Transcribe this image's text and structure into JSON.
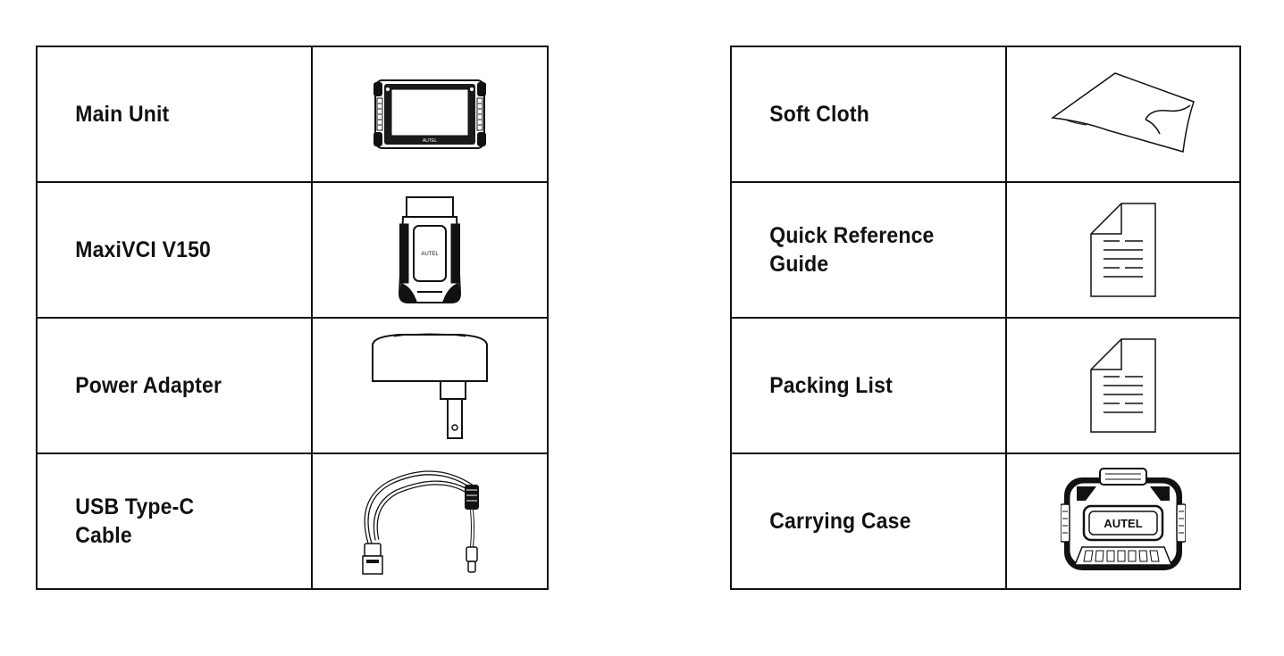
{
  "packing_list": {
    "left_items": [
      {
        "name": "Main Unit",
        "icon": "tablet-main-unit-icon"
      },
      {
        "name": "MaxiVCI V150",
        "icon": "vci-connector-icon"
      },
      {
        "name": "Power Adapter",
        "icon": "power-adapter-icon"
      },
      {
        "name": "USB Type-C\nCable",
        "icon": "usb-cable-icon"
      }
    ],
    "right_items": [
      {
        "name": "Soft Cloth",
        "icon": "soft-cloth-icon"
      },
      {
        "name": "Quick Reference\nGuide",
        "icon": "document-icon"
      },
      {
        "name": "Packing List",
        "icon": "document-icon"
      },
      {
        "name": "Carrying Case",
        "icon": "carrying-case-icon"
      }
    ],
    "brand_text": "AUTEL"
  }
}
